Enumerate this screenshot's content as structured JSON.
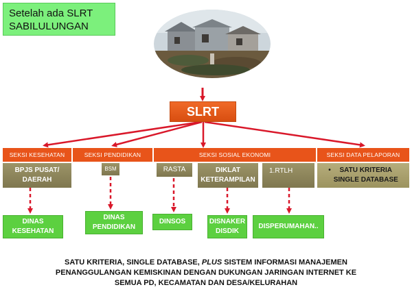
{
  "title": {
    "line1": "Setelah ada SLRT",
    "line2": "SABILULUNGAN"
  },
  "root": {
    "label": "SLRT"
  },
  "departments": [
    {
      "label": "SEKSI KESEHATAN"
    },
    {
      "label": "SEKSI PENDIDIKAN"
    },
    {
      "label": "SEKSI SOSIAL EKONOMI"
    },
    {
      "label": "SEKSI DATA PELAPORAN"
    }
  ],
  "programs": {
    "bpjs": {
      "line1": "BPJS PUSAT/",
      "line2": "DAERAH"
    },
    "bsm": "BSM",
    "rasta": "RASTA",
    "diklat": {
      "line1": "DIKLAT",
      "line2": "KETERAMPILAN"
    },
    "rtlh": "1.RTLH",
    "data": {
      "bullet": "•",
      "line1": "SATU KRITERIA",
      "line2": "SINGLE DATABASE"
    }
  },
  "agencies": {
    "kesehatan": {
      "line1": "DINAS",
      "line2": "KESEHATAN"
    },
    "pendidikan": {
      "line1": "DINAS",
      "line2": "PENDIDIKAN"
    },
    "dinsos": "DINSOS",
    "disnaker": {
      "line1": "DISNAKER",
      "line2": "DISDIK"
    },
    "disperumahan": "DISPERUMAHAN.."
  },
  "footer": {
    "line1_pre": "SATU KRITERIA, SINGLE DATABASE, ",
    "line1_em": "PLUS",
    "line1_post": " SISTEM INFORMASI MANAJEMEN",
    "line2": "PENANGGULANGAN KEMISKINAN DENGAN DUKUNGAN JARINGAN INTERNET KE",
    "line3": "SEMUA PD, KECAMATAN DAN DESA/KELURAHAN"
  },
  "colors": {
    "arrow": "#d9182a",
    "header": "#e8541a",
    "program": "#8a8259",
    "agency": "#5cd040",
    "title_bg": "#7cf07c"
  }
}
